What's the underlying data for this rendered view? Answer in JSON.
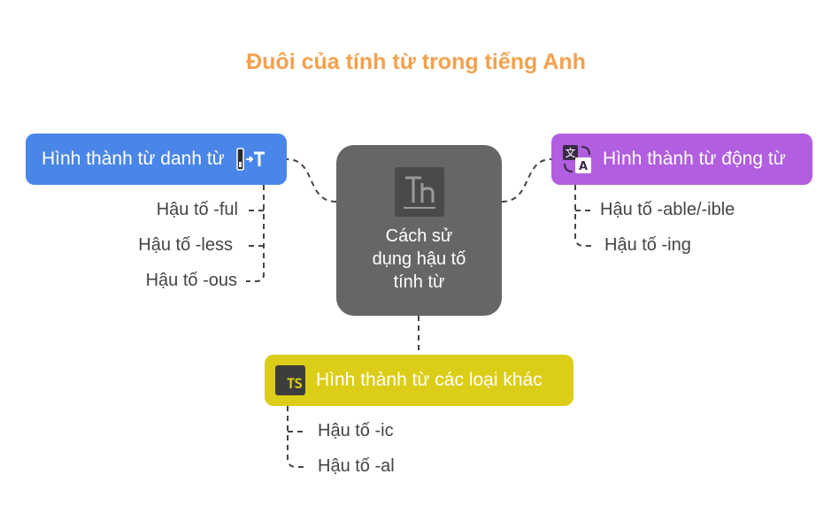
{
  "title": "Đuôi của tính từ trong tiếng Anh",
  "center": {
    "lines": [
      "Cách sử",
      "dụng hậu tố",
      "tính từ"
    ]
  },
  "branches": {
    "noun": {
      "label": "Hình thành từ danh từ",
      "items": [
        "Hậu tố -ful",
        "Hậu tố -less",
        "Hậu tố -ous"
      ]
    },
    "verb": {
      "label": "Hình thành từ động từ",
      "items": [
        "Hậu tố -able/-ible",
        "Hậu tố -ing"
      ]
    },
    "other": {
      "label": "Hình thành từ các loại khác",
      "icon_text": "TS",
      "items": [
        "Hậu tố -ic",
        "Hậu tố -al"
      ]
    }
  },
  "colors": {
    "title": "#f3a14d",
    "noun": "#4a86e8",
    "verb": "#b15ee0",
    "other": "#dccd18",
    "center": "#666666"
  },
  "icons": {
    "noun": "text-cursor-icon",
    "verb": "translate-icon",
    "other": "typescript-icon",
    "center": "font-typography-icon"
  }
}
